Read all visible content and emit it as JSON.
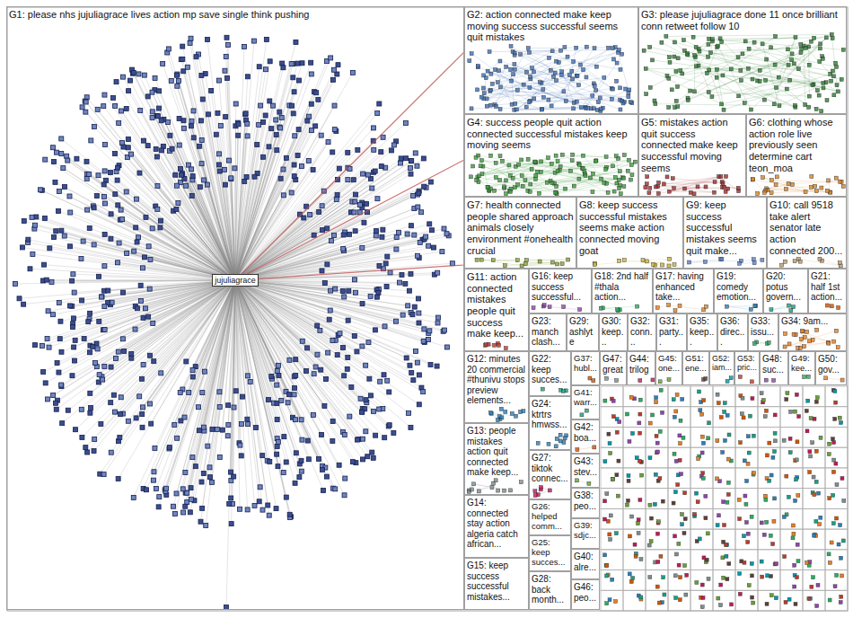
{
  "diagram": {
    "nodes": [
      {
        "text": [
          "G1: please nhs jujuliagrace lives action mp save single think pushing"
        ]
      },
      {
        "text": [
          "jujuliagrace"
        ],
        "in": 0
      },
      {
        "text": [
          "G2: action connected make keep moving success successful seems quit mistakes"
        ]
      },
      {
        "text": [
          "G3: please jujuliagrace done 11 once brilliant conn retweet follow 10"
        ]
      },
      {
        "text": [
          "G4: success people quit action connected successful mistakes keep moving seems"
        ]
      },
      {
        "text": [
          "G5: mistakes action quit success connected make keep successful moving seems"
        ]
      },
      {
        "text": [
          "G6: clothing whose action role live previously seen determine cart teon_moa"
        ]
      },
      {
        "text": [
          "G7: health connected people shared approach animals closely environment #onehealth crucial"
        ]
      },
      {
        "text": [
          "G8: keep success successful mistakes seems make action connected moving goat"
        ]
      },
      {
        "text": [
          "G9: keep success successful mistakes seems quit make..."
        ]
      },
      {
        "text": [
          "G10: call 9518 take alert senator late action connected 200..."
        ]
      },
      {
        "text": [
          "G11: action connected mistakes people quit success make keep..."
        ]
      },
      {
        "text": [
          "G16: keep success successful..."
        ]
      },
      {
        "text": [
          "G18: 2nd half #thala action..."
        ]
      },
      {
        "text": [
          "G17: having enhanced take..."
        ]
      },
      {
        "text": [
          "G19: comedy emotion..."
        ]
      },
      {
        "text": [
          "G20: potus govern..."
        ]
      },
      {
        "text": [
          "G21: half 1st action..."
        ]
      },
      {
        "text": [
          "G23: manch clash..."
        ]
      },
      {
        "text": [
          "G29: ashlyte"
        ]
      },
      {
        "text": [
          "G30: keep..."
        ]
      },
      {
        "text": [
          "G32: conn..."
        ]
      },
      {
        "text": [
          "G31: party..."
        ]
      },
      {
        "text": [
          "G35: keep..."
        ]
      },
      {
        "text": [
          "G36: direc..."
        ]
      },
      {
        "text": [
          "G33: issu..."
        ]
      },
      {
        "text": [
          "G34: 9am..."
        ]
      },
      {
        "text": [
          "G12: minutes 20 commercial #thunivu stops preview elements..."
        ]
      },
      {
        "text": [
          "G22: keep succes..."
        ]
      },
      {
        "text": [
          "G37: hubl..."
        ]
      },
      {
        "text": [
          "G47: great"
        ]
      },
      {
        "text": [
          "G44: trilog"
        ]
      },
      {
        "text": [
          "G45: one..."
        ]
      },
      {
        "text": [
          "G51: ene..."
        ]
      },
      {
        "text": [
          "G52: iam..."
        ]
      },
      {
        "text": [
          "G53: pric..."
        ]
      },
      {
        "text": [
          "G48: suc..."
        ]
      },
      {
        "text": [
          "G49: kee..."
        ]
      },
      {
        "text": [
          "G50: gov..."
        ]
      },
      {
        "text": [
          "G24: ktrtrs hmwss..."
        ]
      },
      {
        "text": [
          "G41: warr..."
        ]
      },
      {
        "text": [
          "G42: boa..."
        ]
      },
      {
        "text": [
          "G13: people mistakes action quit connected make keep..."
        ]
      },
      {
        "text": [
          "G27: tiktok connec..."
        ]
      },
      {
        "text": [
          "G43: stev..."
        ]
      },
      {
        "text": [
          "G38: peo..."
        ]
      },
      {
        "text": [
          "G14: connected stay action algeria catch african..."
        ]
      },
      {
        "text": [
          "G26: helped comm..."
        ]
      },
      {
        "text": [
          "G39: sdjc..."
        ]
      },
      {
        "text": [
          "G25: keep succes..."
        ]
      },
      {
        "text": [
          "G40: alre..."
        ]
      },
      {
        "text": [
          "G15: keep success successful mistakes..."
        ]
      },
      {
        "text": [
          "G28: back month..."
        ]
      },
      {
        "text": [
          "G46: peo..."
        ]
      }
    ],
    "edges": [
      {
        "from": 1,
        "to": 2,
        "arrow": "none"
      },
      {
        "from": 1,
        "to": 4,
        "arrow": "none"
      },
      {
        "from": 1,
        "to": 7,
        "arrow": "none"
      }
    ]
  }
}
